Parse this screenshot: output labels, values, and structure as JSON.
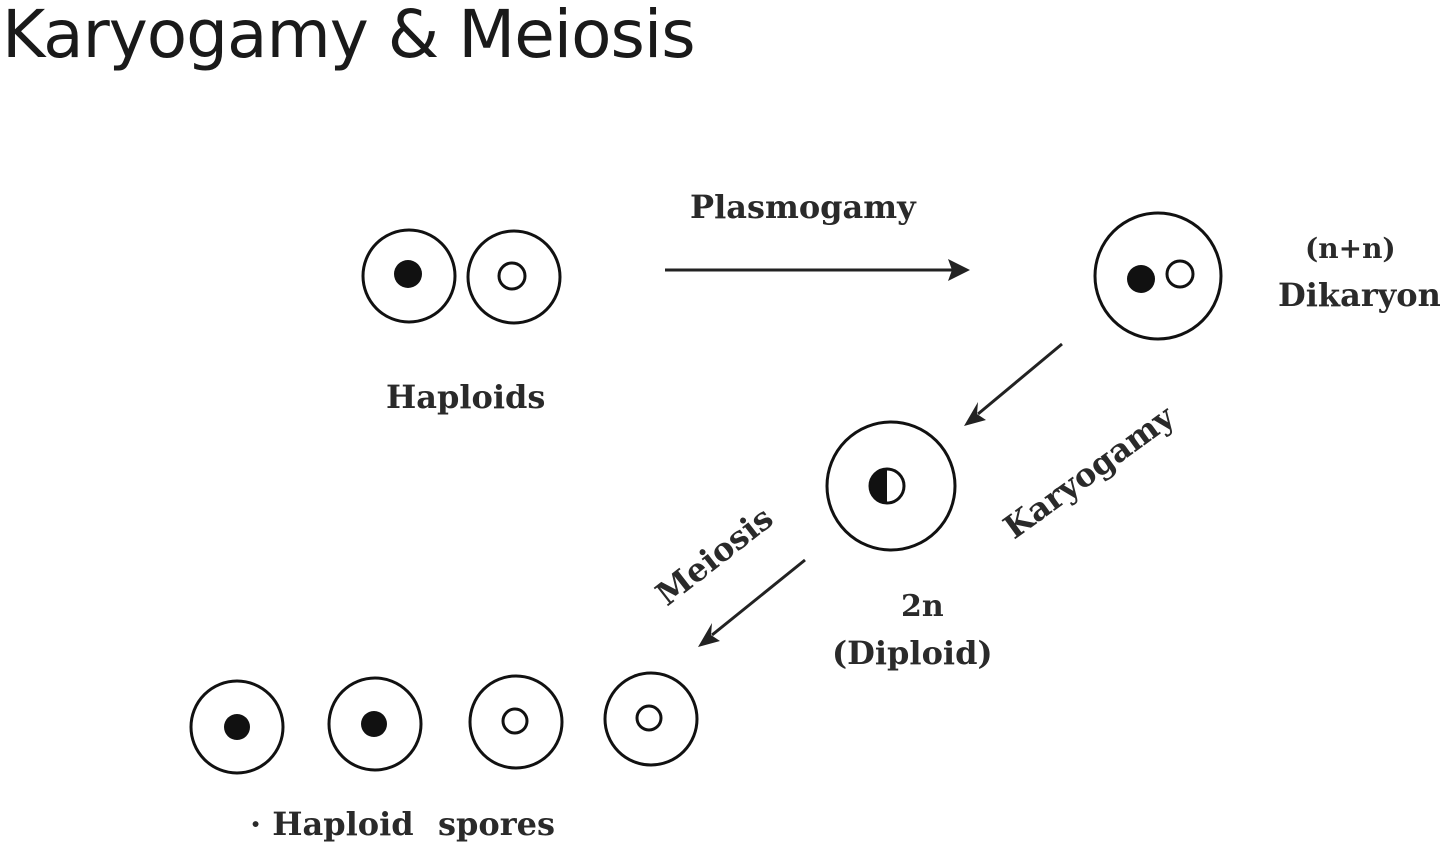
{
  "title": "Karyogamy & Meiosis",
  "labels": {
    "plasmogamy": "Plasmogamy",
    "haploids": "Haploids",
    "dikaryon_formula": "(n+n)",
    "dikaryon": "Dikaryon",
    "karyogamy": "Karyogamy",
    "meiosis": "Meiosis",
    "diploid_formula": "2n",
    "diploid": "(Diploid)",
    "haploid_spores_a": "· Haploid",
    "haploid_spores_b": "spores"
  }
}
